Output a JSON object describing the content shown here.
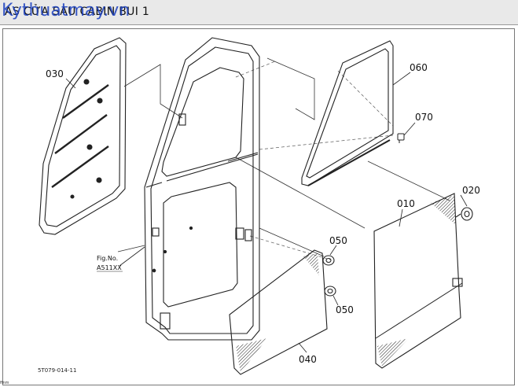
{
  "header": {
    "title": "AS CỬA SAU CABIN BUI 1"
  },
  "watermark": {
    "text": "Kythuatmay.vn"
  },
  "figure_ref": {
    "line1": "Fig.No.",
    "line2": "A511XX"
  },
  "part_labels": {
    "p030": "030",
    "p060": "060",
    "p070": "070",
    "p020": "020",
    "p010": "010",
    "p050a": "050",
    "p050b": "050",
    "p040": "040"
  },
  "footer": {
    "code": "5T079-014-11",
    "corner": "ffnm"
  }
}
